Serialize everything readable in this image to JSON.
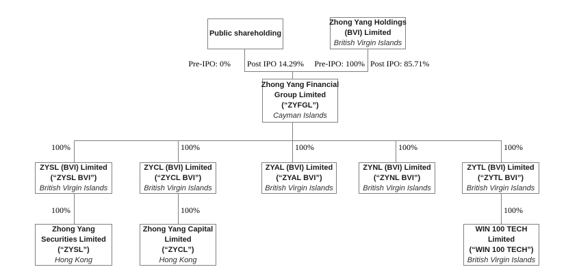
{
  "diagram": {
    "type": "corporate-structure-chart",
    "nodes": {
      "public_shareholding": {
        "title_lines": [
          "Public shareholding"
        ]
      },
      "holdings": {
        "title_lines": [
          "Zhong Yang Holdings",
          "(BVI) Limited"
        ],
        "jurisdiction": "British Virgin Islands"
      },
      "zyfgl": {
        "title_lines": [
          "Zhong Yang Financial",
          "Group Limited",
          "(“ZYFGL”)"
        ],
        "jurisdiction": "Cayman Islands"
      },
      "zysl_bvi": {
        "title_lines": [
          "ZYSL (BVI) Limited",
          "(“ZYSL BVI”)"
        ],
        "jurisdiction": "British Virgin Islands"
      },
      "zycl_bvi": {
        "title_lines": [
          "ZYCL (BVI) Limited",
          "(“ZYCL BVI”)"
        ],
        "jurisdiction": "British Virgin Islands"
      },
      "zyal_bvi": {
        "title_lines": [
          "ZYAL (BVI) Limited",
          "(“ZYAL BVI”)"
        ],
        "jurisdiction": "British Virgin Islands"
      },
      "zynl_bvi": {
        "title_lines": [
          "ZYNL (BVI) Limited",
          "(“ZYNL BVI”)"
        ],
        "jurisdiction": "British Virgin Islands"
      },
      "zytl_bvi": {
        "title_lines": [
          "ZYTL (BVI) Limited",
          "(“ZYTL BVI”)"
        ],
        "jurisdiction": "British Virgin Islands"
      },
      "securities": {
        "title_lines": [
          "Zhong Yang",
          "Securities Limited",
          "(“ZYSL”)"
        ],
        "jurisdiction": "Hong Kong"
      },
      "capital": {
        "title_lines": [
          "Zhong Yang Capital",
          "Limited",
          "(“ZYCL”)"
        ],
        "jurisdiction": "Hong Kong"
      },
      "win100": {
        "title_lines": [
          "WIN 100 TECH",
          "Limited",
          "(“WIN 100 TECH”)"
        ],
        "jurisdiction": "British Virgin Islands"
      }
    },
    "ownership_labels": {
      "public_pre_ipo": "Pre-IPO: 0%",
      "public_post_ipo": "Post IPO 14.29%",
      "holdings_pre_ipo": "Pre-IPO: 100%",
      "holdings_post_ipo": "Post IPO: 85.71%",
      "tier2": [
        "100%",
        "100%",
        "100%",
        "100%",
        "100%"
      ],
      "tier3": [
        "100%",
        "100%",
        "100%"
      ]
    },
    "colors": {
      "border": "#808080",
      "line": "#808080",
      "text": "#1a1a1a",
      "background": "#ffffff"
    }
  }
}
